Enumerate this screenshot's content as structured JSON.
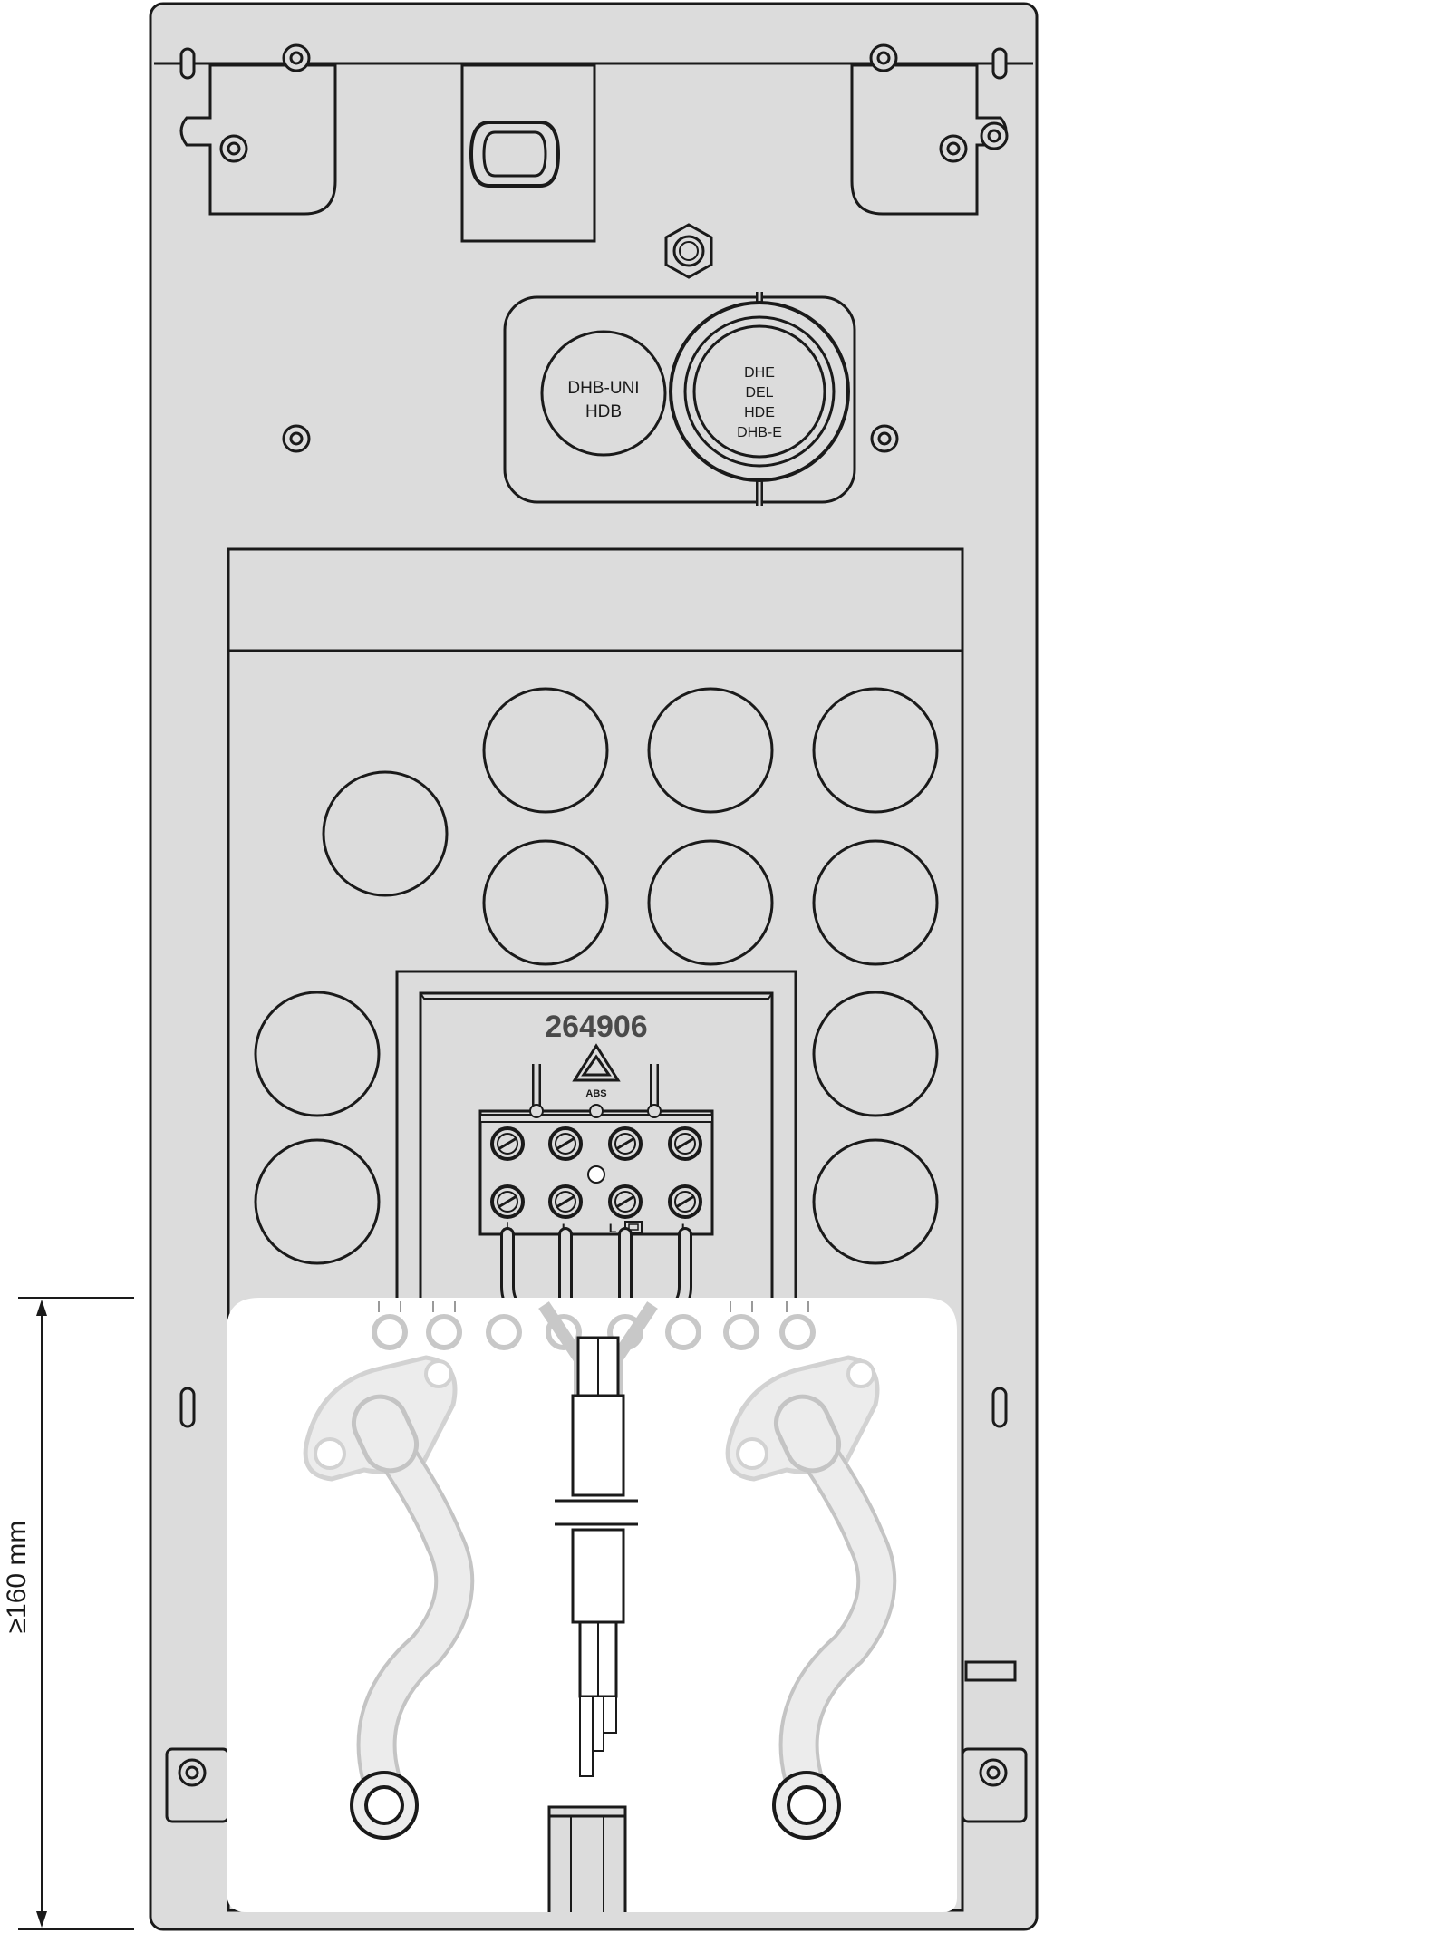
{
  "diagram": {
    "outlet_label_a": [
      "DHB-UNI",
      "HDB"
    ],
    "outlet_label_b": [
      "DHE",
      "DEL",
      "HDE",
      "DHB-E"
    ],
    "part_number": "264906",
    "recycling_code": "ABS",
    "terminal_labels": [
      "⏚",
      "L",
      "L",
      "L"
    ],
    "dimension_label": "≥160 mm",
    "colors": {
      "housing_fill": "#dcdcdc",
      "stroke": "#1a1a1a",
      "cutout_fill": "#ffffff",
      "pipe_fill": "#e6e6e6",
      "pipe_stroke": "#bdbdbd"
    }
  }
}
